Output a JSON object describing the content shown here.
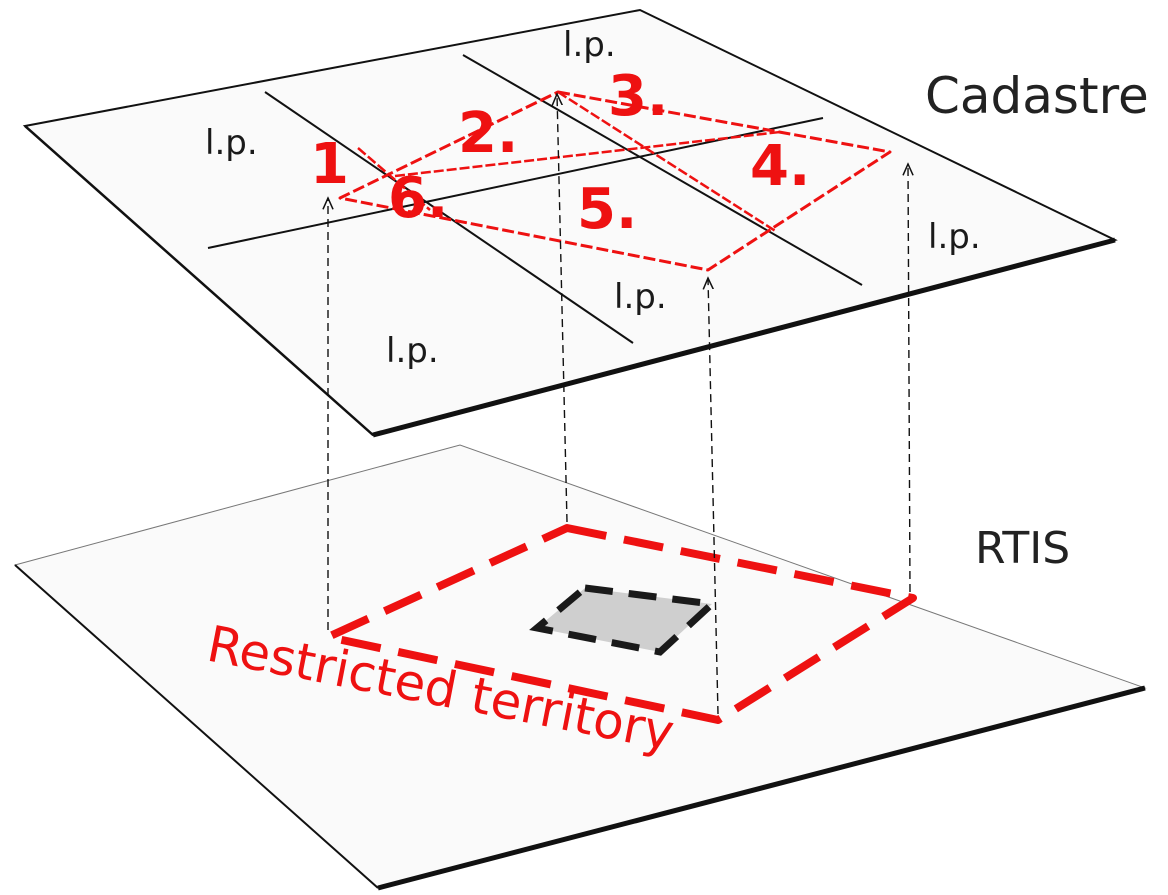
{
  "layers": {
    "top_name": "Cadastre",
    "bottom_name": "RTIS"
  },
  "parcel_labels": [
    "1",
    "2.",
    "3.",
    "4.",
    "5.",
    "6."
  ],
  "land_plot_labels": [
    "l.p.",
    "l.p.",
    "l.p.",
    "l.p.",
    "l.p."
  ],
  "restricted_label": "Restricted territory",
  "colors": {
    "restricted": "#ee1111",
    "plane_edge": "#111111",
    "building": "#cfcfcf"
  }
}
